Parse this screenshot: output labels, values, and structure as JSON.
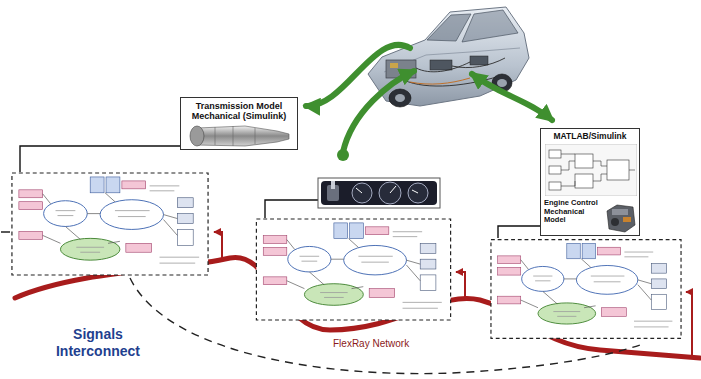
{
  "diagram": {
    "nodes": [
      {
        "text": [
          "Transmission Model Mechanical (Simulink)"
        ]
      },
      {
        "text": [
          "MATLAB/Simulink",
          "Engine Control Mechanical Model"
        ]
      }
    ],
    "labels": [
      "Signals Interconnect",
      "FlexRay Network"
    ]
  }
}
